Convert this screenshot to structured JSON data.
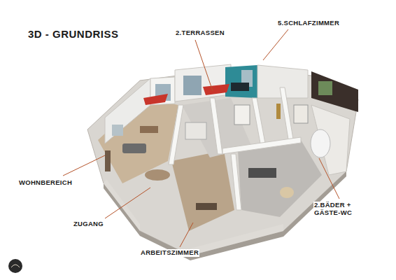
{
  "diagram": {
    "title": "3D - GRUNDRISS",
    "labels": [
      "2.TERRASSEN",
      "5.SCHLAFZIMMER",
      "WOHNBEREICH",
      "ZUGANG",
      "ARBEITSZIMMER",
      "2.BÄDER + GÄSTE-WC"
    ]
  }
}
